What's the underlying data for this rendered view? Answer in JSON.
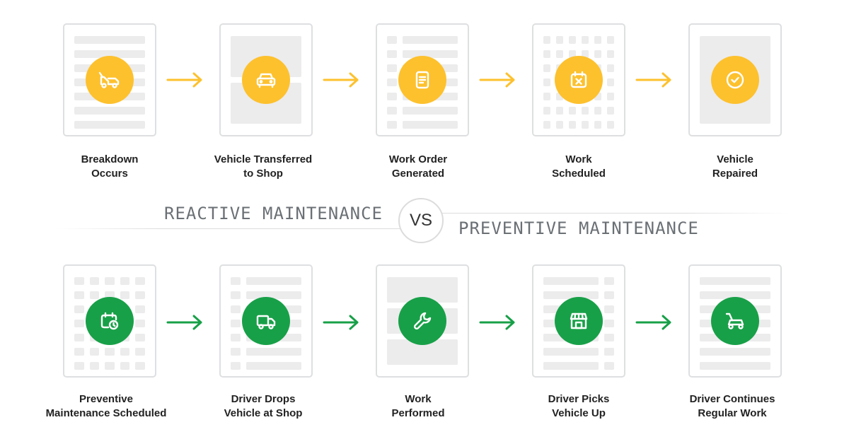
{
  "colors": {
    "reactive": "#fdc12e",
    "preventive": "#18a048",
    "card_border": "#dedfe1",
    "placeholder": "#ececed"
  },
  "reactive": {
    "heading": "REACTIVE MAINTENANCE",
    "steps": [
      {
        "line1": "Breakdown",
        "line2": "Occurs",
        "icon": "tow-truck-icon"
      },
      {
        "line1": "Vehicle Transferred",
        "line2": "to Shop",
        "icon": "car-icon"
      },
      {
        "line1": "Work Order",
        "line2": "Generated",
        "icon": "document-icon"
      },
      {
        "line1": "Work",
        "line2": "Scheduled",
        "icon": "calendar-x-icon"
      },
      {
        "line1": "Vehicle",
        "line2": "Repaired",
        "icon": "check-circle-icon"
      }
    ]
  },
  "versus": "VS",
  "preventive": {
    "heading": "PREVENTIVE MAINTENANCE",
    "steps": [
      {
        "line1": "Preventive",
        "line2": "Maintenance Scheduled",
        "icon": "calendar-clock-icon"
      },
      {
        "line1": "Driver Drops",
        "line2": "Vehicle at Shop",
        "icon": "truck-icon"
      },
      {
        "line1": "Work",
        "line2": "Performed",
        "icon": "wrench-icon"
      },
      {
        "line1": "Driver Picks",
        "line2": "Vehicle Up",
        "icon": "storefront-icon"
      },
      {
        "line1": "Driver Continues",
        "line2": "Regular Work",
        "icon": "lawn-mower-icon"
      }
    ]
  }
}
